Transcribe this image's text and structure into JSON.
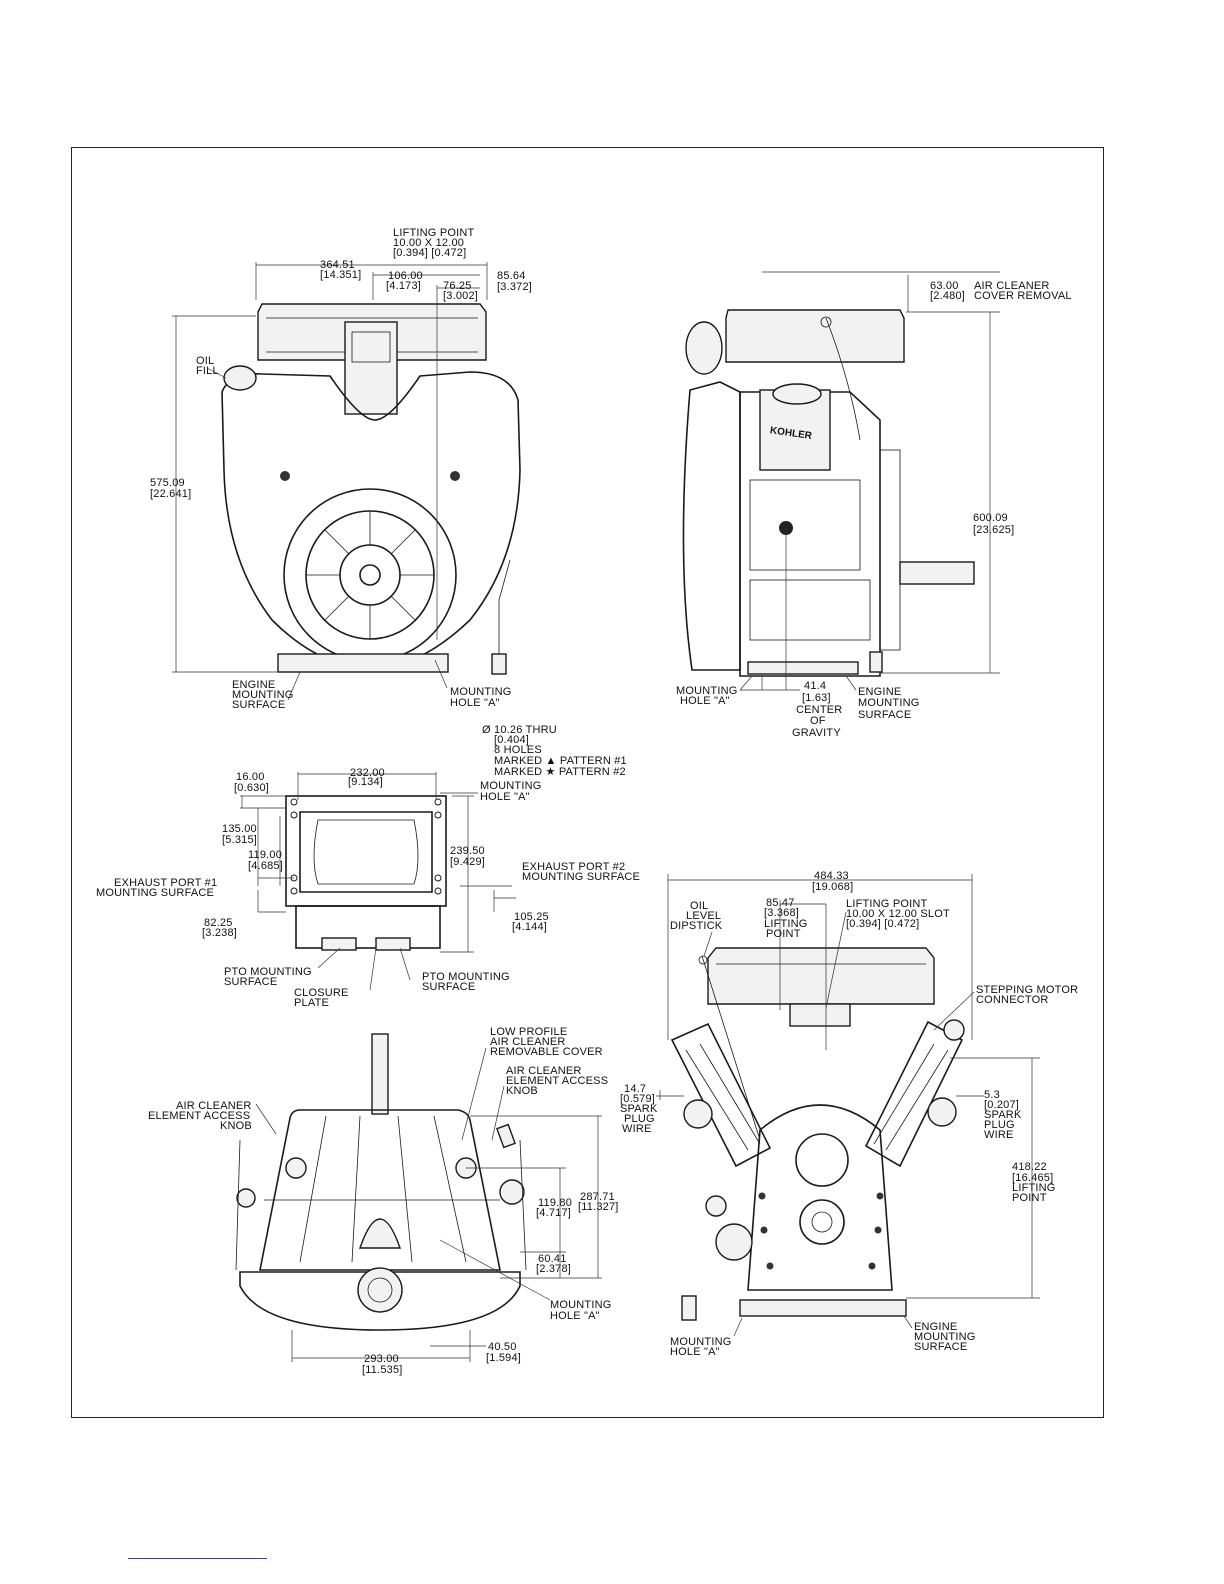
{
  "view_front": {
    "lifting_point": [
      "LIFTING POINT",
      "10.00  X  12.00",
      "[0.394]    [0.472]"
    ],
    "dim_width": [
      "364.51",
      "[14.351]"
    ],
    "dim_106": [
      "106.00",
      "[4.173]"
    ],
    "dim_76": [
      "76.25",
      "[3.002]"
    ],
    "dim_85": [
      "85.64",
      "[3.372]"
    ],
    "oil_fill": [
      "OIL",
      "FILL"
    ],
    "dim_height": [
      "575.09",
      "[22.641]"
    ],
    "engine_mounting": [
      "ENGINE",
      "MOUNTING",
      "SURFACE"
    ],
    "mounting_hole": [
      "MOUNTING",
      "HOLE \"A\""
    ]
  },
  "view_side": {
    "air_cleaner_dim": [
      "63.00",
      "[2.480]"
    ],
    "air_cleaner_label": [
      "AIR CLEANER",
      "COVER REMOVAL"
    ],
    "dim_height": [
      "600.09",
      "[23.625]"
    ],
    "brand": "KOHLER",
    "mounting_hole": [
      "MOUNTING",
      "HOLE \"A\""
    ],
    "cog": [
      "41.4",
      "[1.63]",
      "CENTER",
      "OF",
      "GRAVITY"
    ],
    "engine_mounting": [
      "ENGINE",
      "MOUNTING",
      "SURFACE"
    ]
  },
  "view_base": {
    "holes": [
      "Ø 10.26 THRU",
      "[0.404]",
      "8 HOLES",
      "MARKED ▲ PATTERN #1",
      "MARKED ★ PATTERN #2"
    ],
    "dim_232": [
      "232.00",
      "[9.134]"
    ],
    "dim_16": [
      "16.00",
      "[0.630]"
    ],
    "mounting_hole": [
      "MOUNTING",
      "HOLE \"A\""
    ],
    "dim_135": [
      "135.00",
      "[5.315]"
    ],
    "dim_119": [
      "119.00",
      "[4.685]"
    ],
    "dim_239": [
      "239.50",
      "[9.429]"
    ],
    "exhaust_1": [
      "EXHAUST PORT #1",
      "MOUNTING SURFACE"
    ],
    "exhaust_2": [
      "EXHAUST PORT #2",
      "MOUNTING SURFACE"
    ],
    "dim_82": [
      "82.25",
      "[3.238]"
    ],
    "dim_105": [
      "105.25",
      "[4.144]"
    ],
    "pto_left": [
      "PTO MOUNTING",
      "SURFACE"
    ],
    "pto_right": [
      "PTO MOUNTING",
      "SURFACE"
    ],
    "closure": [
      "CLOSURE",
      "PLATE"
    ]
  },
  "view_rear": {
    "low_profile": [
      "LOW PROFILE",
      "AIR CLEANER",
      "REMOVABLE COVER"
    ],
    "knob_right": [
      "AIR CLEANER",
      "ELEMENT ACCESS",
      "KNOB"
    ],
    "knob_left": [
      "AIR CLEANER",
      "ELEMENT ACCESS",
      "KNOB"
    ],
    "dim_119": [
      "119.80",
      "[4.717]"
    ],
    "dim_287": [
      "287.71",
      "[11.327]"
    ],
    "dim_60": [
      "60.41",
      "[2.378]"
    ],
    "mounting_hole": [
      "MOUNTING",
      "HOLE \"A\""
    ],
    "dim_40": [
      "40.50",
      "[1.594]"
    ],
    "dim_293": [
      "293.00",
      "[11.535]"
    ]
  },
  "view_top": {
    "dim_484": [
      "484.33",
      "[19.068]"
    ],
    "dim_85": [
      "85.47",
      "[3.368]",
      "LIFTING",
      "POINT"
    ],
    "oil_dipstick": [
      "OIL",
      "LEVEL",
      "DIPSTICK"
    ],
    "lifting_point": [
      "LIFTING POINT",
      "10.00  X  12.00  SLOT",
      "[0.394]    [0.472]"
    ],
    "stepping_motor": [
      "STEPPING MOTOR",
      "CONNECTOR"
    ],
    "spark_left": [
      "14.7",
      "[0.579]",
      "SPARK",
      "PLUG",
      "WIRE"
    ],
    "spark_right": [
      "5.3",
      "[0.207]",
      "SPARK",
      "PLUG",
      "WIRE"
    ],
    "dim_418": [
      "418.22",
      "[16.465]",
      "LIFTING",
      "POINT"
    ],
    "mounting_hole": [
      "MOUNTING",
      "HOLE \"A\""
    ],
    "engine_mounting": [
      "ENGINE",
      "MOUNTING",
      "SURFACE"
    ]
  }
}
